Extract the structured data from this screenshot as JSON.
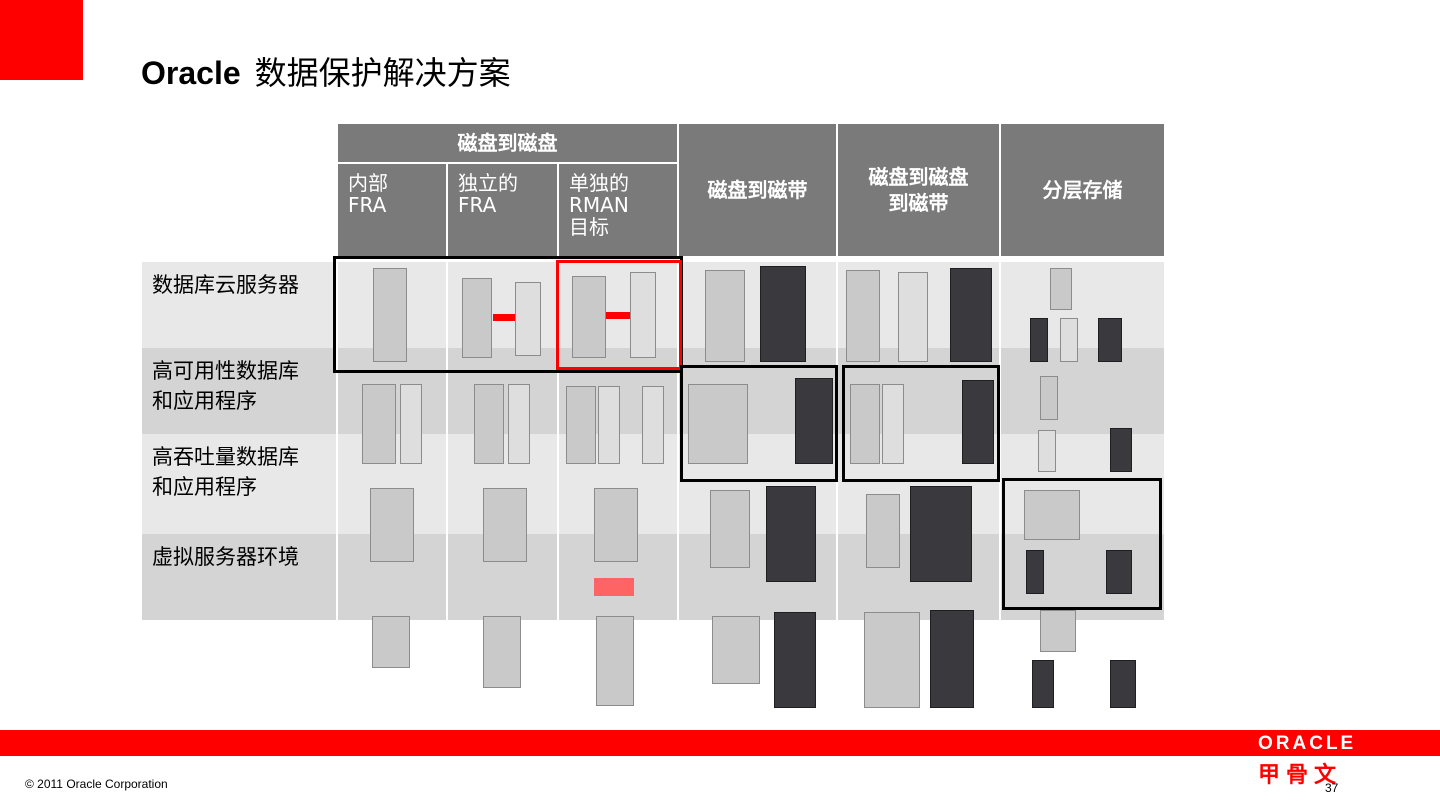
{
  "slide": {
    "title_brand": "Oracle",
    "title_text": "数据保护解决方案"
  },
  "table": {
    "group_header": "磁盘到磁盘",
    "sub_headers": [
      "内部\nFRA",
      "独立的\nFRA",
      "单独的\nRMAN\n目标"
    ],
    "col_headers": [
      "磁盘到磁带",
      "磁盘到磁盘\n到磁带",
      "分层存储"
    ],
    "row_labels": [
      "数据库云服务器",
      "高可用性数据库\n和应用程序",
      "高吞吐量数据库\n和应用程序",
      "虚拟服务器环境"
    ]
  },
  "footer": {
    "copyright": "© 2011 Oracle Corporation",
    "page_number": "37",
    "logo_en": "ORACLE",
    "logo_cn": "甲骨文"
  },
  "colors": {
    "accent": "#ff0000",
    "header_gray": "#7a7a7a",
    "row_light": "#e8e8e8",
    "row_dark": "#d4d4d4"
  }
}
